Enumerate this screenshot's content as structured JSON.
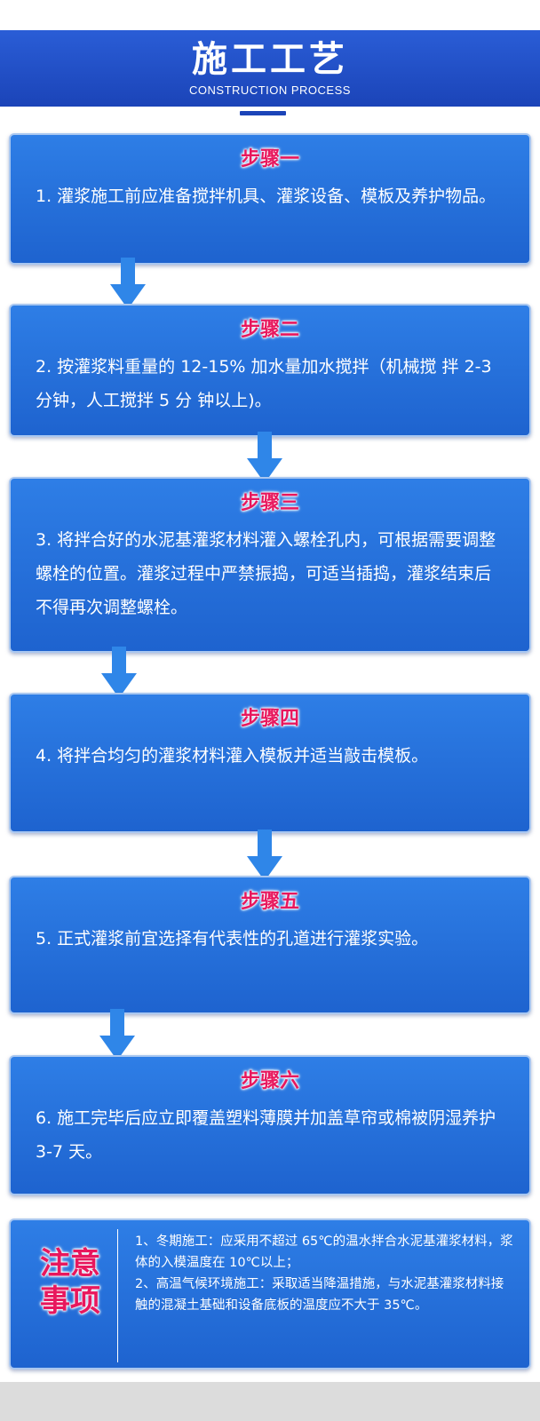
{
  "header": {
    "title": "施工工艺",
    "subtitle": "CONSTRUCTION PROCESS"
  },
  "steps": [
    {
      "title": "步骤一",
      "text": "1. 灌浆施工前应准备搅拌机具、灌浆设备、模板及养护物品。"
    },
    {
      "title": "步骤二",
      "text": "2. 按灌浆料重量的 12-15% 加水量加水搅拌（机械搅 拌 2-3 分钟，人工搅拌 5 分 钟以上)。"
    },
    {
      "title": "步骤三",
      "text": "3. 将拌合好的水泥基灌浆材料灌入螺栓孔内，可根据需要调整螺栓的位置。灌浆过程中严禁振捣，可适当插捣，灌浆结束后不得再次调整螺栓。"
    },
    {
      "title": "步骤四",
      "text": "4. 将拌合均匀的灌浆材料灌入模板并适当敲击模板。"
    },
    {
      "title": "步骤五",
      "text": "5. 正式灌浆前宜选择有代表性的孔道进行灌浆实验。"
    },
    {
      "title": "步骤六",
      "text": "6. 施工完毕后应立即覆盖塑料薄膜并加盖草帘或棉被阴湿养护 3-7 天。"
    }
  ],
  "note": {
    "heading_line1": "注意",
    "heading_line2": "事项",
    "items": [
      "1、冬期施工：应采用不超过 65℃的温水拌合水泥基灌浆材料，浆体的入模温度在 10℃以上；",
      "2、高温气候环境施工：采取适当降温措施，与水泥基灌浆材料接触的混凝土基础和设备底板的温度应不大于 35℃。"
    ]
  },
  "colors": {
    "header_bg": "#1b44b8",
    "card_bg": "#1e63cf",
    "accent_pink": "#e8175d",
    "arrow": "#2f86e8"
  },
  "icons": {
    "arrow": "down-arrow-icon"
  }
}
